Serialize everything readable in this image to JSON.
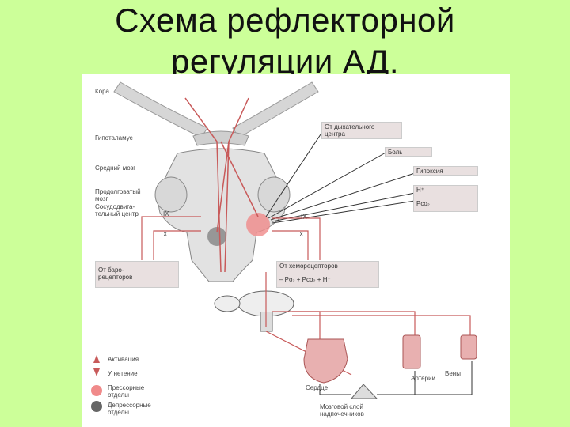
{
  "slide": {
    "title_line1": "Схема рефлекторной",
    "title_line2": "регуляции АД."
  },
  "diagram": {
    "labels": {
      "cortex": "Кора",
      "hypothalamus": "Гипоталамус",
      "midbrain": "Средний мозг",
      "medulla_1": "Продолговатый",
      "medulla_2": "мозг",
      "vasomotor_1": "Сосудодвига-",
      "vasomotor_2": "тельный центр",
      "nerve_ix_left": "IX",
      "nerve_x_left": "X",
      "nerve_ix_right": "IX",
      "nerve_x_right": "X",
      "heart": "Сердце",
      "arteries": "Артерии",
      "veins": "Вены",
      "adrenal_1": "Мозговой слой",
      "adrenal_2": "надпочечников"
    },
    "boxes": {
      "resp_center_1": "От дыхательного",
      "resp_center_2": "центра",
      "pain": "Боль",
      "hypoxia": "Гипоксия",
      "h_plus": "H⁺",
      "pco2": "Pco₂",
      "baro_1": "От баро-",
      "baro_2": "рецепторов",
      "chemo_title": "От хеморецепторов",
      "chemo_items": "– Pо₂  + Pco₂  + H⁺"
    },
    "legend": {
      "activation": "Активация",
      "inhibition": "Угнетение",
      "pressor_1": "Прессорные",
      "pressor_2": "отделы",
      "depressor_1": "Депрессорные",
      "depressor_2": "отделы"
    },
    "colors": {
      "pathway": "#c85a5a",
      "pressor": "#f08a8a",
      "depressor": "#666666",
      "brain": "#dcdcdc",
      "organ": "#e8b0b0"
    }
  }
}
